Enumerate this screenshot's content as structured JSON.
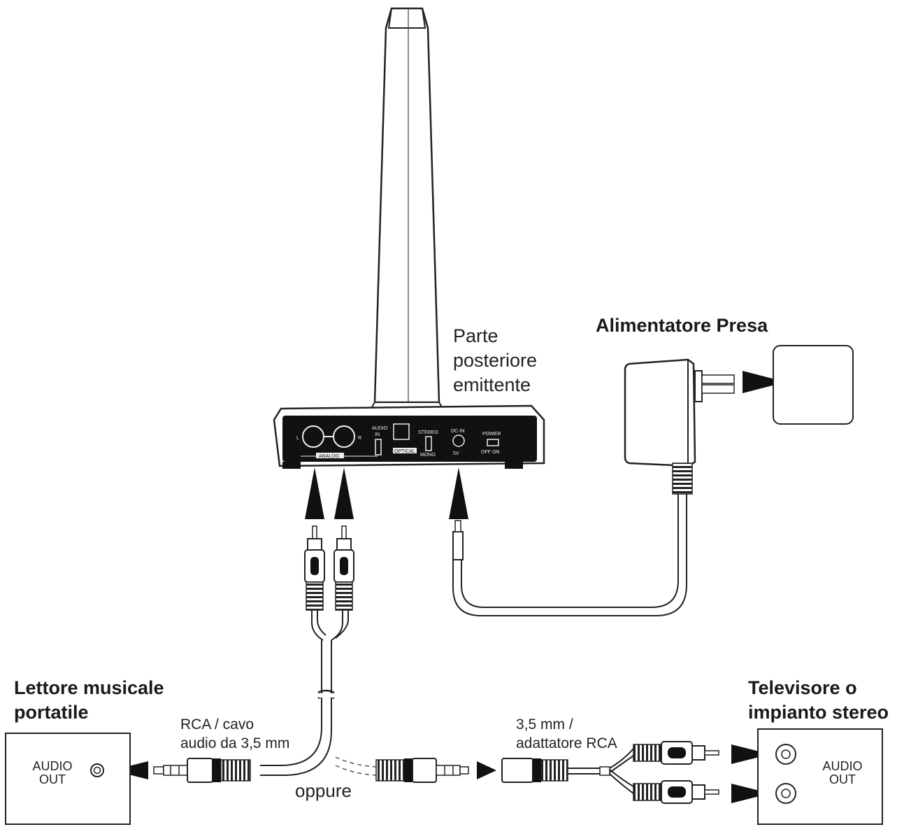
{
  "labels": {
    "transmitter_back": [
      "Parte",
      "posteriore",
      "emittente"
    ],
    "power_supply": "Alimentatore Presa",
    "portable_player": [
      "Lettore musicale",
      "portatile"
    ],
    "tv_stereo": [
      "Televisore o",
      "impianto stereo"
    ],
    "rca_cable": [
      "RCA / cavo",
      "audio da 3,5 mm"
    ],
    "adapter": [
      "3,5 mm /",
      "adattatore RCA"
    ],
    "or": "oppure"
  },
  "panel": {
    "l": "L",
    "r": "R",
    "analog": "ANALOG",
    "audio_in": [
      "AUDIO",
      "IN"
    ],
    "optical": "OPTICAL",
    "stereo": "STEREO",
    "mono": "MONO",
    "dc_in": "DC-IN",
    "dc_v": "5V",
    "power": "POWER",
    "off_on": "OFF ON"
  },
  "left_box": {
    "audio_out": [
      "AUDIO",
      "OUT"
    ]
  },
  "right_box": {
    "audio_out": [
      "AUDIO",
      "OUT"
    ]
  }
}
